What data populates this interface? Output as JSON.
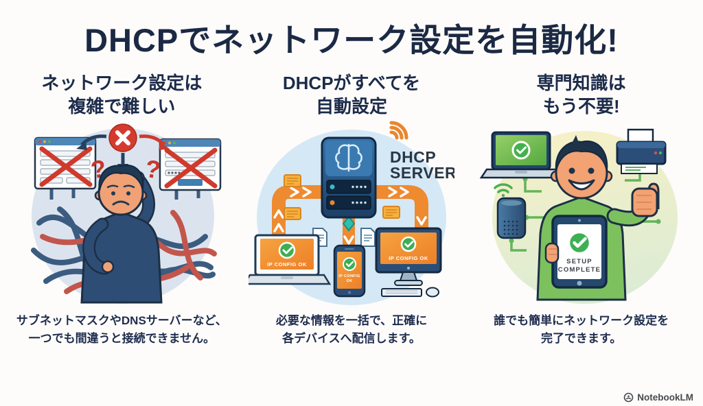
{
  "title": "DHCPでネットワーク設定を自動化!",
  "columns": [
    {
      "heading_line1": "ネットワーク設定は",
      "heading_line2": "複雑で難しい",
      "caption_line1": "サブネットマスクやDNSサーバーなど、",
      "caption_line2": "一つでも間違うと接続できません。"
    },
    {
      "heading_line1": "DHCPがすべてを",
      "heading_line2": "自動設定",
      "caption_line1": "必要な情報を一括で、正確に",
      "caption_line2": "各デバイスへ配信します。"
    },
    {
      "heading_line1": "専門知識は",
      "heading_line2": "もう不要!",
      "caption_line1": "誰でも簡単にネットワーク設定を",
      "caption_line2": "完了できます。"
    }
  ],
  "illustrations": {
    "left": {
      "question_mark_left": "?",
      "question_mark_right": "?"
    },
    "center": {
      "server_label_line1": "DHCP",
      "server_label_line2": "SERVER",
      "laptop_status": "IP CONFIG OK",
      "phone_status_line1": "IP CONFIG",
      "phone_status_line2": "OK",
      "desktop_status": "IP CONFIG OK"
    },
    "right": {
      "tablet_status_line1": "SETUP",
      "tablet_status_line2": "COMPLETE"
    }
  },
  "watermark": {
    "label": "NotebookLM"
  },
  "colors": {
    "title_navy": "#1b2944",
    "accent_orange": "#ee8a30",
    "success_green": "#3cae53",
    "error_red": "#cf3a2c",
    "circle_left": "#dbe4ee",
    "circle_center": "#d5e8f6",
    "circle_right_top": "#f7f0c6",
    "circle_right_bottom": "#dcecd4"
  }
}
